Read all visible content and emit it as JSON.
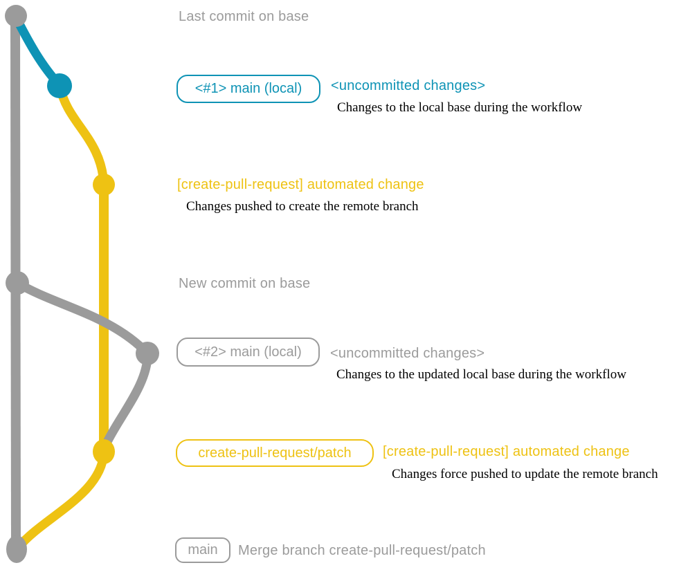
{
  "colors": {
    "gray": "#9B9B9B",
    "teal": "#0E93B5",
    "yellow": "#EEC213",
    "annotation": "#000000"
  },
  "labels": {
    "last_commit": "Last commit on base",
    "new_commit": "New commit on base"
  },
  "rows": {
    "row1": {
      "pill": "<#1> main (local)",
      "title": "<uncommitted changes>",
      "desc": "Changes to the local base during the workflow"
    },
    "row2": {
      "title": "[create-pull-request] automated change",
      "desc": "Changes pushed to create the remote branch"
    },
    "row3": {
      "pill": "<#2> main (local)",
      "title": "<uncommitted changes>",
      "desc": "Changes to the updated local base during the workflow"
    },
    "row4": {
      "pill": "create-pull-request/patch",
      "title": "[create-pull-request] automated change",
      "desc": "Changes force pushed to update the remote branch"
    },
    "row5": {
      "pill": "main",
      "title": "Merge branch create-pull-request/patch"
    }
  }
}
